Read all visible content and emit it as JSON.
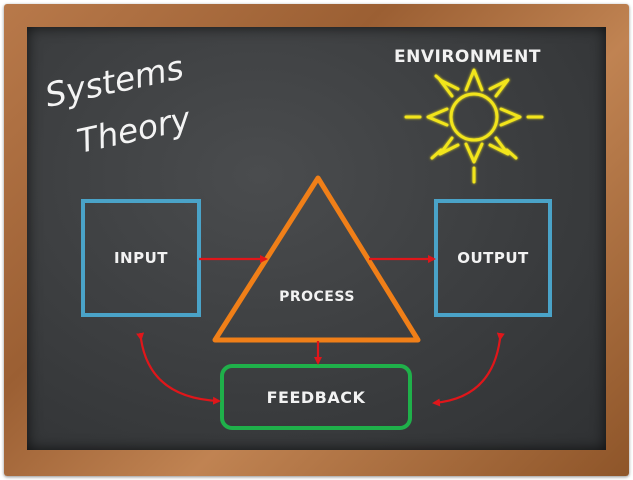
{
  "title": {
    "line1": "Systems",
    "line2": "Theory"
  },
  "environment_label": "ENVIRONMENT",
  "nodes": {
    "input": "INPUT",
    "process": "PROCESS",
    "output": "OUTPUT",
    "feedback": "FEEDBACK"
  },
  "colors": {
    "input_box": "#4aa3c8",
    "output_box": "#4aa3c8",
    "process_triangle": "#f07f18",
    "feedback_box": "#1fb04a",
    "arrows": "#e0161a",
    "sun": "#f2e51a",
    "chalk_text": "#f2f2f2",
    "board_frame": "#a86a3c",
    "slate": "#3b3d3f"
  },
  "icons": {
    "sun": "sun-icon"
  }
}
